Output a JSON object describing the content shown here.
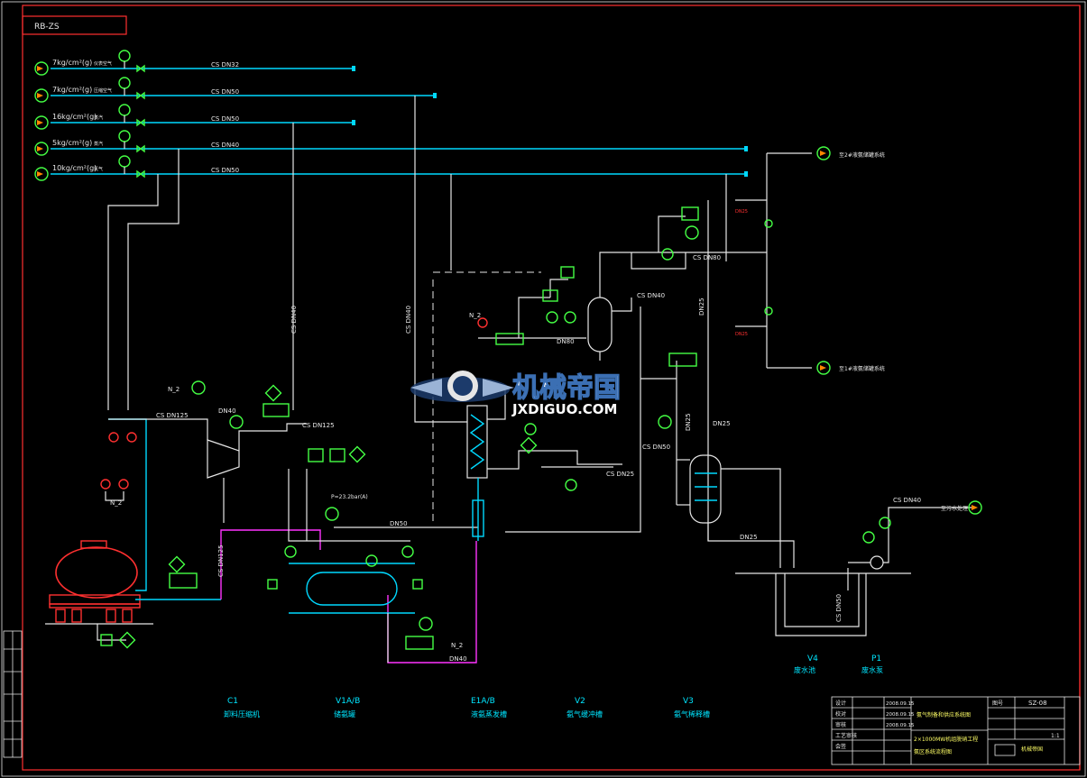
{
  "drawing": {
    "corner_tag": "RB-ZS"
  },
  "utility_lines": [
    {
      "pressure": "7kg/cm²(g)",
      "medium": "仪表空气",
      "pipe": "CS DN32"
    },
    {
      "pressure": "7kg/cm²(g)",
      "medium": "压缩空气",
      "pipe": "CS DN50"
    },
    {
      "pressure": "16kg/cm²(g)",
      "medium": "蒸汽",
      "pipe": "CS DN50"
    },
    {
      "pressure": "5kg/cm²(g)",
      "medium": "蒸汽",
      "pipe": "CS DN40"
    },
    {
      "pressure": "10kg/cm²(g)",
      "medium": "氮气",
      "pipe": "CS DN50"
    }
  ],
  "pipe_labels": {
    "cs_dn40_v1": "CS DN40",
    "cs_dn40_v2": "CS DN40",
    "cs_dn125_a": "CS DN125",
    "dn40_a": "DN40",
    "cs_dn125_b": "CS DN125",
    "cs_dn125_v": "CS DN125",
    "dn50_a": "DN50",
    "dn40_b": "DN40",
    "dn80": "DN80",
    "cs_dn40_c": "CS DN40",
    "cs_dn80": "CS DN80",
    "dn25_v": "DN25",
    "dn25_a": "DN25",
    "dn25_b": "DN25",
    "cs_dn25": "CS DN25",
    "cs_dn50": "CS DN50",
    "dn25_c": "DN25",
    "dn25_d": "DN25",
    "cs_dn40_d": "CS DN40",
    "cs_dn50_v": "CS DN50",
    "dn25_e": "DN25",
    "n2_a": "N_2",
    "n2_b": "N_2",
    "n2_c": "N_2",
    "n2_d": "N_2",
    "pressure_note": "P=23.2bar(A)"
  },
  "outlets": {
    "top_right": "至2#液氨储罐系统",
    "mid_right": "至1#液氨储罐系统",
    "bottom_right": "至污水处理"
  },
  "equipment": [
    {
      "tag": "C1",
      "name": "卸料压缩机"
    },
    {
      "tag": "V1A/B",
      "name": "储氨罐"
    },
    {
      "tag": "E1A/B",
      "name": "液氨蒸发槽"
    },
    {
      "tag": "V2",
      "name": "氨气缓冲槽"
    },
    {
      "tag": "V3",
      "name": "氨气稀释槽"
    },
    {
      "tag": "V4",
      "name": "废水池"
    },
    {
      "tag": "P1",
      "name": "废水泵"
    }
  ],
  "watermark": {
    "cn": "机械帝国",
    "en": "JXDIGUO.COM"
  },
  "title_block": {
    "rows": [
      {
        "role": "设计",
        "date": "2008.09.15"
      },
      {
        "role": "校对",
        "date": "2008.09.15"
      },
      {
        "role": "审核",
        "date": "2008.09.15"
      },
      {
        "role": "工艺审核",
        "date": ""
      },
      {
        "role": "会签",
        "date": ""
      }
    ],
    "project": "氨气制备和供应系统图",
    "drawing_title": "2×1000MW机组脱硝工程",
    "drawing_title_2": "氨区系统流程图",
    "drawing_no_label": "图号",
    "drawing_no": "SZ-08",
    "scale": "1:1",
    "company": "机械帝国"
  },
  "colors": {
    "pipe": "#e6e6e6",
    "process": "#00d9ff",
    "nitrogen": "#ff33ff",
    "instrument": "#44ff44",
    "frame": "#ff3030",
    "text": "#00e5ff"
  }
}
